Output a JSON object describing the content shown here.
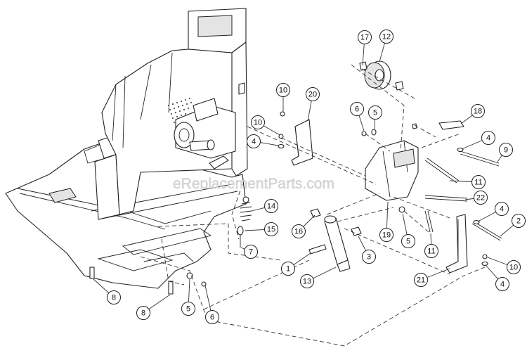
{
  "watermark": "eReplacementParts.com",
  "callouts": [
    {
      "label": "17"
    },
    {
      "label": "12"
    },
    {
      "label": "10"
    },
    {
      "label": "20"
    },
    {
      "label": "6"
    },
    {
      "label": "5"
    },
    {
      "label": "18"
    },
    {
      "label": "10"
    },
    {
      "label": "4"
    },
    {
      "label": "4"
    },
    {
      "label": "9"
    },
    {
      "label": "11"
    },
    {
      "label": "22"
    },
    {
      "label": "14"
    },
    {
      "label": "4"
    },
    {
      "label": "2"
    },
    {
      "label": "16"
    },
    {
      "label": "15"
    },
    {
      "label": "5"
    },
    {
      "label": "19"
    },
    {
      "label": "3"
    },
    {
      "label": "11"
    },
    {
      "label": "7"
    },
    {
      "label": "1"
    },
    {
      "label": "10"
    },
    {
      "label": "13"
    },
    {
      "label": "21"
    },
    {
      "label": "4"
    },
    {
      "label": "8"
    },
    {
      "label": "8"
    },
    {
      "label": "5"
    },
    {
      "label": "6"
    }
  ]
}
